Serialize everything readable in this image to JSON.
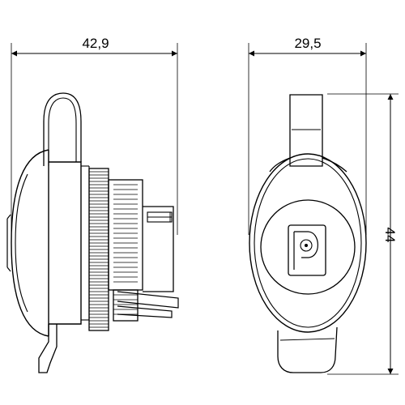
{
  "dimensions": {
    "side_width": "42,9",
    "front_width": "29,5",
    "front_height": "44"
  }
}
